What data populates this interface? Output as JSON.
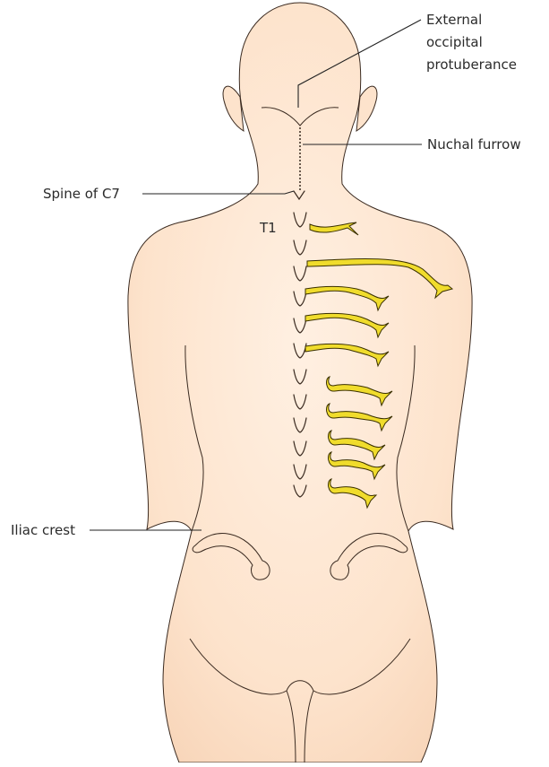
{
  "figure": {
    "labels": {
      "external_occipital": [
        "External",
        "occipital",
        "protuberance"
      ],
      "nuchal_furrow": "Nuchal furrow",
      "spine_c7": "Spine of C7",
      "t1": "T1",
      "iliac_crest": "Iliac crest"
    },
    "colors": {
      "skin": "#fde3cc",
      "skin_shade": "#f7d3b5",
      "outline": "#3a2a20",
      "nerve": "#f0dc2c"
    }
  }
}
